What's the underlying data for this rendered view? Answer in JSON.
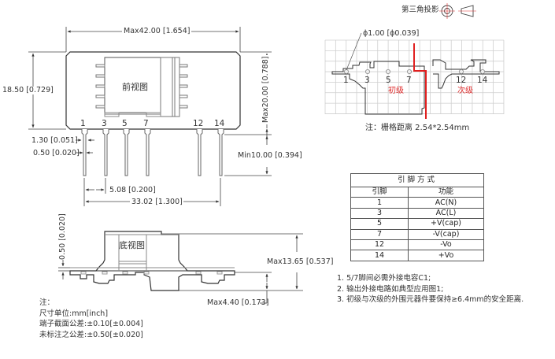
{
  "projection": {
    "label": "第三角投影",
    "symbol": "third-angle-projection-icon"
  },
  "front_view": {
    "label": "前视图",
    "pins": [
      "1",
      "3",
      "5",
      "7",
      "12",
      "14"
    ],
    "dims": {
      "width": "Max42.00 [1.654]",
      "height_left": "18.50 [0.729]",
      "height_right": "Max20.00 [0.788]",
      "pin_head_width": "1.30 [0.051]",
      "pin_width": "0.50 [0.020]",
      "pin_length": "Min10.00 [0.394]",
      "pin_pitch": "5.08 [0.200]",
      "pin_span": "33.02 [1.300]"
    }
  },
  "bottom_view": {
    "label": "底视图",
    "dims": {
      "board_thickness": "0.50 [0.020]",
      "total_height": "Max13.65 [0.537]",
      "below_height": "Max4.40 [0.173]"
    }
  },
  "footprint": {
    "hole_dim": "ϕ1.00 [ϕ0.039]",
    "pins": [
      "1",
      "3",
      "5",
      "7",
      "12",
      "14"
    ],
    "primary_label": "初级",
    "secondary_label": "次级",
    "grid_note": "注：栅格距离 2.54*2.54mm",
    "divider_color": "#e02020"
  },
  "pin_table": {
    "title": "引脚方式",
    "headers": [
      "引脚",
      "功能"
    ],
    "rows": [
      {
        "pin": "1",
        "function": "AC(N)"
      },
      {
        "pin": "3",
        "function": "AC(L)"
      },
      {
        "pin": "5",
        "function": "+V(cap)"
      },
      {
        "pin": "7",
        "function": "-V(cap)"
      },
      {
        "pin": "12",
        "function": "-Vo"
      },
      {
        "pin": "14",
        "function": "+Vo"
      }
    ]
  },
  "right_notes": [
    "1. 5/7脚间必需外接电容C1;",
    "2. 输出外接电路如典型应用图1;",
    "3. 初级与次级的外围元器件要保持≥6.4mm的安全距离."
  ],
  "left_notes": {
    "heading": "注：",
    "lines": [
      "尺寸单位:mm[inch]",
      "端子截面公差:±0.10[±0.004]",
      "未标注之公差:±0.50[±0.020]"
    ]
  }
}
